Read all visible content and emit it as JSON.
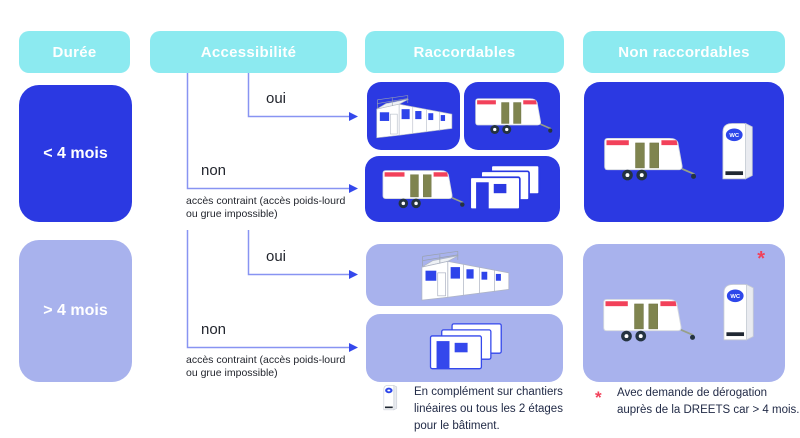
{
  "palette": {
    "cyan_header": "#8ceaf0",
    "dark_blue": "#2b39e2",
    "periwinkle": "#a8b2ed",
    "flow_line": "#8894f2",
    "arrow_head": "#3448ec",
    "accent_red": "#f2415a",
    "label_text": "#23262e",
    "footnote_text": "#222b47"
  },
  "headers": {
    "duree": "Durée",
    "accessibilite": "Accessibilité",
    "raccordables": "Raccordables",
    "non_raccordables": "Non raccordables"
  },
  "durations": {
    "short": "< 4 mois",
    "long": "> 4 mois"
  },
  "branches": {
    "row1": {
      "oui": "oui",
      "non": "non",
      "note_line1": "accès contraint (accès poids-lourd",
      "note_line2": "ou grue impossible)"
    },
    "row2": {
      "oui": "oui",
      "non": "non",
      "note_line1": "accès contraint (accès poids-lourd",
      "note_line2": "ou grue impossible)"
    }
  },
  "icons": {
    "wc_label": "WC"
  },
  "annotations": {
    "derogation_marker": "*"
  },
  "footnotes": {
    "left": {
      "line1": "En complément sur chantiers",
      "line2": "linéaires ou tous les 2 étages",
      "line3": "pour le bâtiment."
    },
    "right": {
      "marker": "*",
      "line1": "Avec demande de dérogation",
      "line2": "auprès de la DREETS car > 4 mois."
    }
  }
}
